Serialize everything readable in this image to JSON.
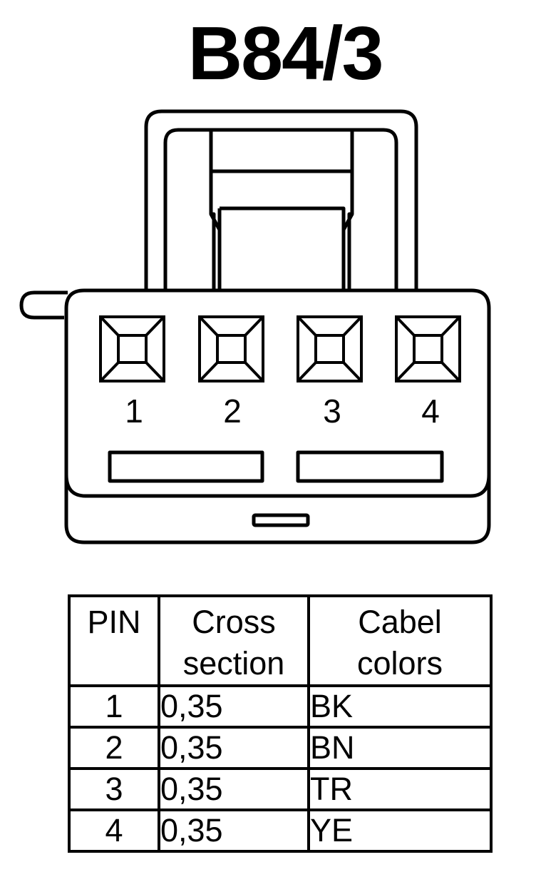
{
  "title": "B84/3",
  "connector": {
    "pin_labels": [
      "1",
      "2",
      "3",
      "4"
    ]
  },
  "table": {
    "headers": {
      "pin": "PIN",
      "cross_line1": "Cross",
      "cross_line2": "section",
      "color_line1": "Cabel",
      "color_line2": "colors"
    },
    "rows": [
      {
        "pin": "1",
        "cross": "0,35",
        "color": "BK"
      },
      {
        "pin": "2",
        "cross": "0,35",
        "color": "BN"
      },
      {
        "pin": "3",
        "cross": "0,35",
        "color": "TR"
      },
      {
        "pin": "4",
        "cross": "0,35",
        "color": "YE"
      }
    ]
  }
}
